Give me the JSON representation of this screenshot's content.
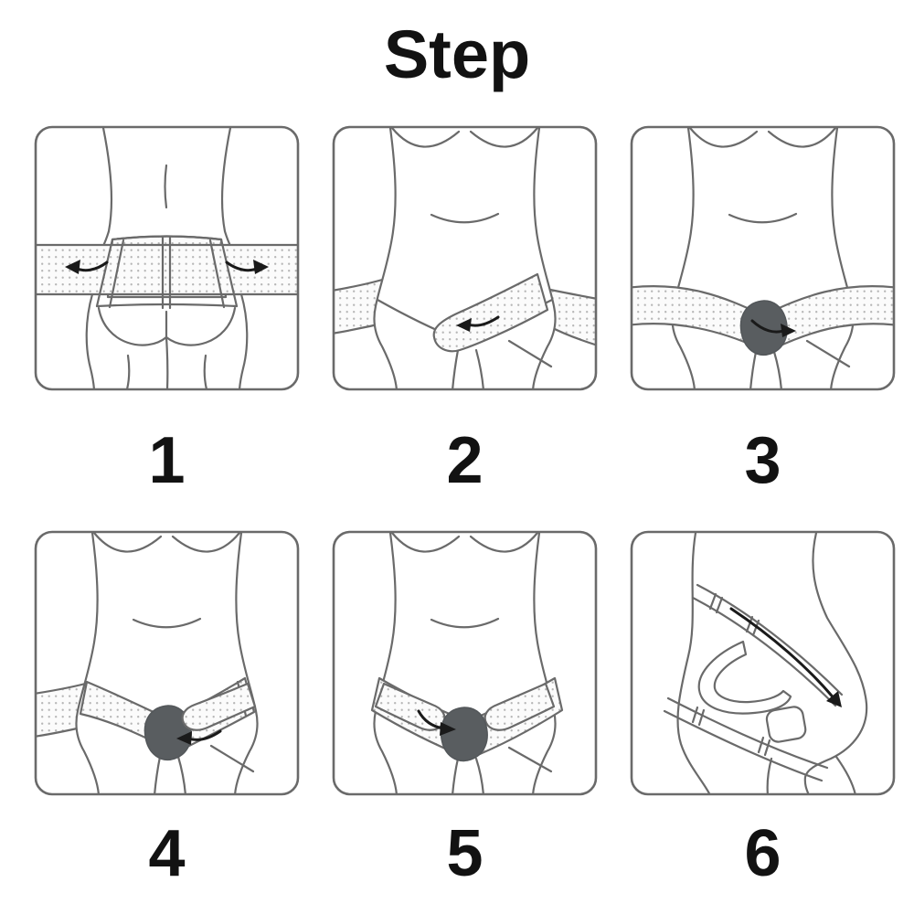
{
  "title": "Step",
  "steps": [
    {
      "number": "1",
      "illustration": "back-view-belt-wrapped-around-hips"
    },
    {
      "number": "2",
      "illustration": "front-view-pull-strap-across-pelvis"
    },
    {
      "number": "3",
      "illustration": "front-view-place-support-pad-at-center"
    },
    {
      "number": "4",
      "illustration": "front-view-fasten-strap-over-pad"
    },
    {
      "number": "5",
      "illustration": "front-view-belt-fully-secured"
    },
    {
      "number": "6",
      "illustration": "side-view-adjust-upper-support-strap"
    }
  ],
  "colors": {
    "background": "#ffffff",
    "line": "#6a6a6a",
    "belt_fill": "#fbfbfb",
    "belt_dot": "#b6b6b6",
    "pad": "#595d60",
    "arrow": "#1a1a1a",
    "text": "#121212"
  }
}
